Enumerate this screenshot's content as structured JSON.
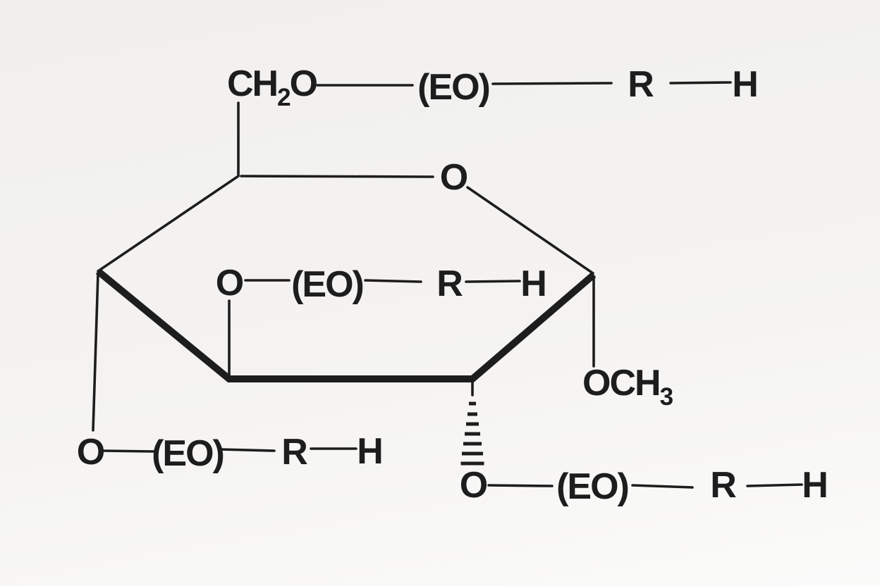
{
  "colors": {
    "ink": "#1d1d1d",
    "background_top": "#f1f0ee",
    "background_bottom": "#fbfbfa"
  },
  "molecule": {
    "ring_oxygen": "O",
    "c6_group": {
      "stem": "CH",
      "subscript": "2",
      "oxygen": "O"
    },
    "anomeric_group": {
      "stem": "OCH",
      "subscript": "3"
    },
    "chains": {
      "top": {
        "eo": "(EO)",
        "r": "R",
        "h": "H"
      },
      "middle": {
        "o": "O",
        "eo": "(EO)",
        "r": "R",
        "h": "H"
      },
      "bottom_left": {
        "o": "O",
        "eo": "(EO)",
        "r": "R",
        "h": "H"
      },
      "bottom_right": {
        "o": "O",
        "eo": "(EO)",
        "r": "R",
        "h": "H"
      }
    }
  }
}
